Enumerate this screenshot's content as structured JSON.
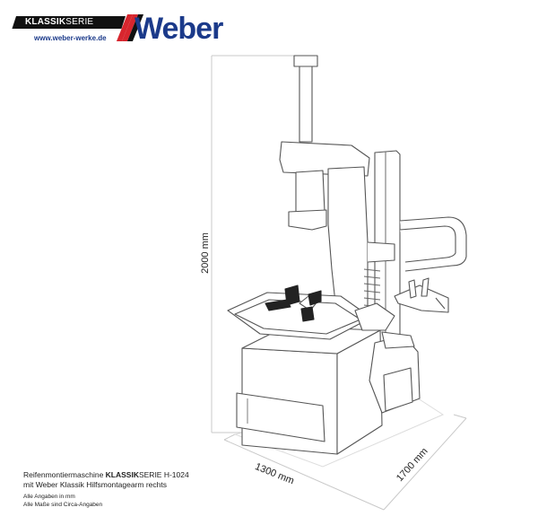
{
  "brand": {
    "series_bold": "KLASSIK",
    "series_regular": "SERIE",
    "website": "www.weber-werke.de",
    "name": "Weber",
    "colors": {
      "brand_blue": "#1b3a8a",
      "stripe_red": "#d7262e",
      "dark": "#111111"
    }
  },
  "dimensions": {
    "height": "2000 mm",
    "width": "1300 mm",
    "depth": "1700 mm"
  },
  "caption": {
    "line1_prefix": "Reifenmontiermaschine ",
    "line1_bold": "KLASSIK",
    "line1_suffix": "SERIE H-1024",
    "line2": "mit Weber Klassik Hilfsmontagearm rechts",
    "note1": "Alle Angaben in mm",
    "note2": "Alle Maße sind Circa-Angaben"
  }
}
